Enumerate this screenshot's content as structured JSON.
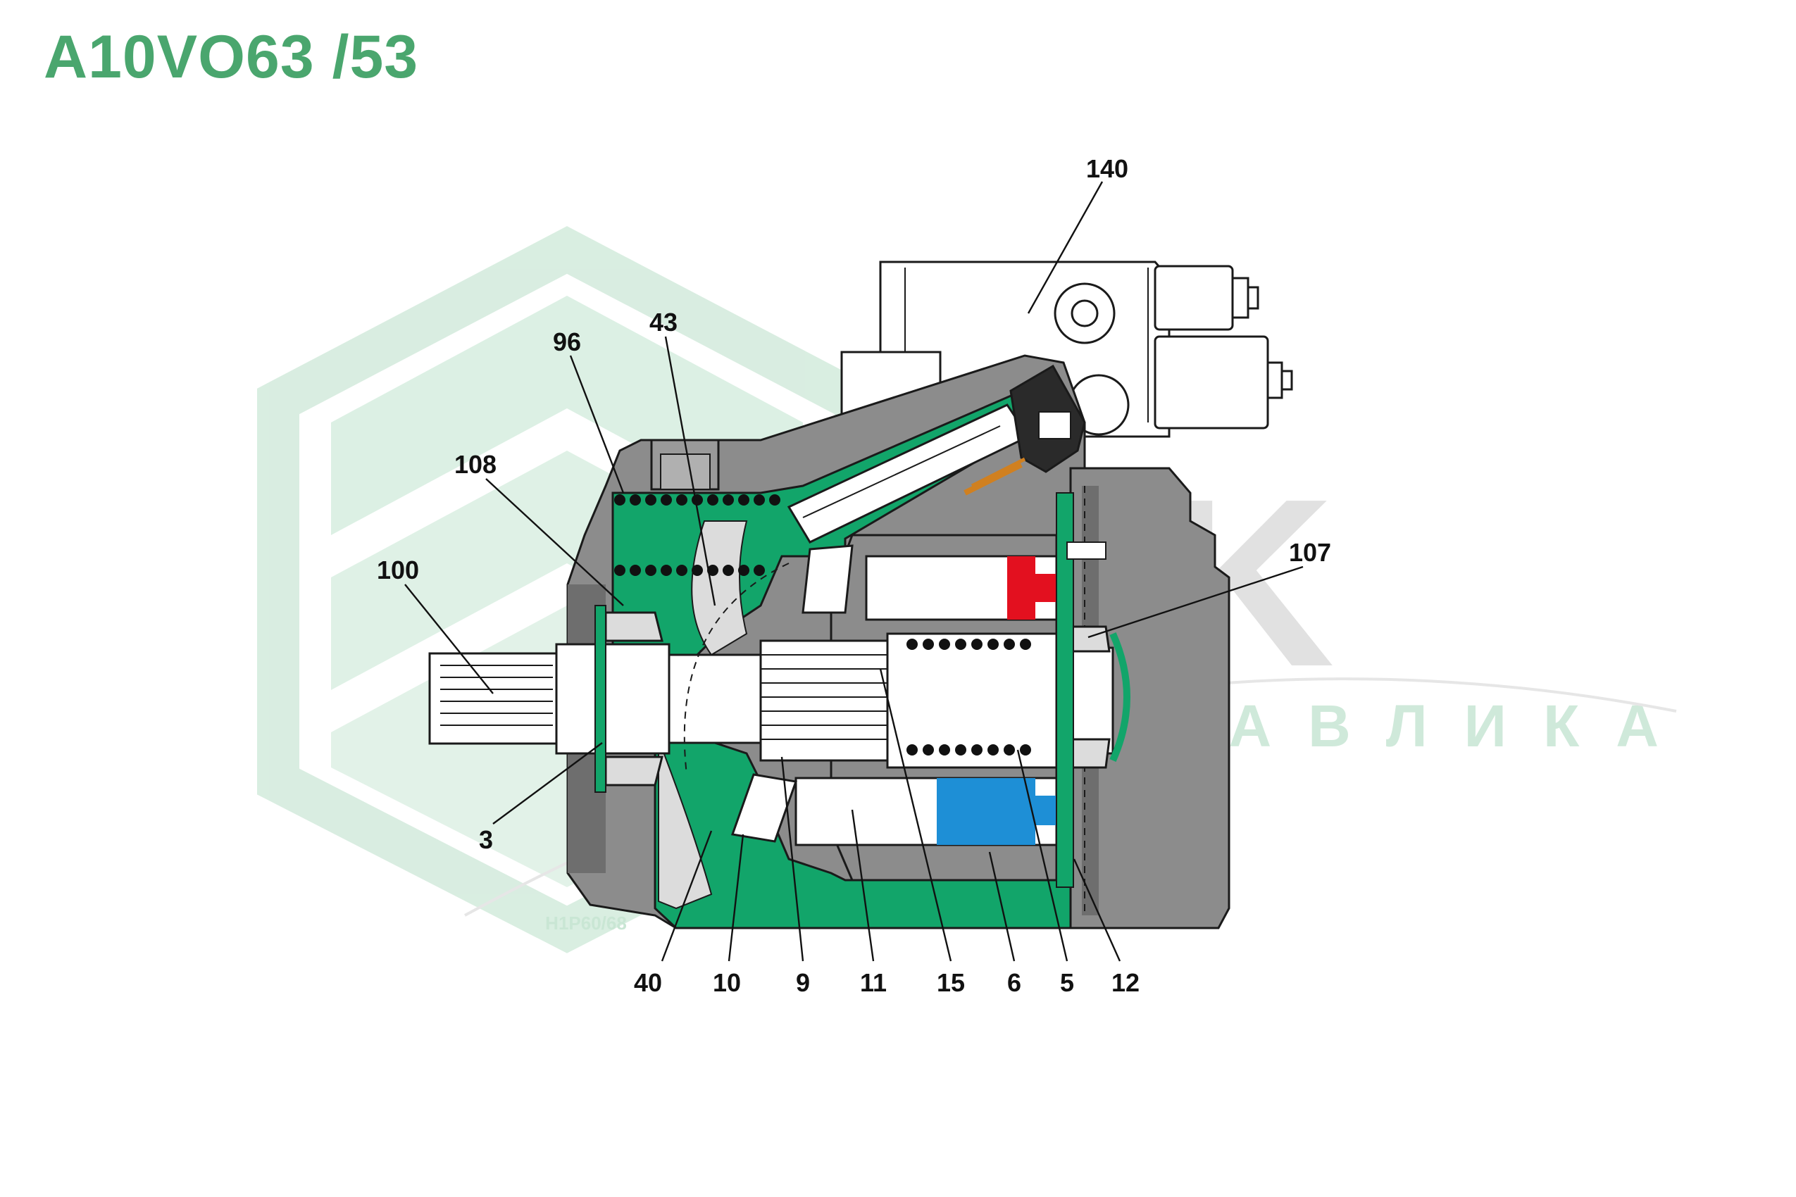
{
  "title": "A10VO63 /53",
  "drawing_code": "H1P60/68",
  "watermark": {
    "brand": "ZSK",
    "subtitle": "ГИДРАВЛИКА"
  },
  "colors": {
    "title": "#4aa66e",
    "housing": "#8c8c8c",
    "housing_dark": "#6e6e6e",
    "green_part": "#12a56a",
    "red_piston": "#e3101f",
    "blue_piston": "#1e8fd6",
    "outline": "#1a1a1a",
    "watermark_green": "#cfe9da",
    "watermark_gray": "#c7c7c7"
  },
  "callouts": {
    "c140": "140",
    "c96": "96",
    "c43": "43",
    "c108": "108",
    "c100": "100",
    "c107": "107",
    "c3": "3",
    "c40": "40",
    "c10": "10",
    "c9": "9",
    "c11": "11",
    "c15": "15",
    "c6": "6",
    "c5": "5",
    "c12": "12"
  }
}
